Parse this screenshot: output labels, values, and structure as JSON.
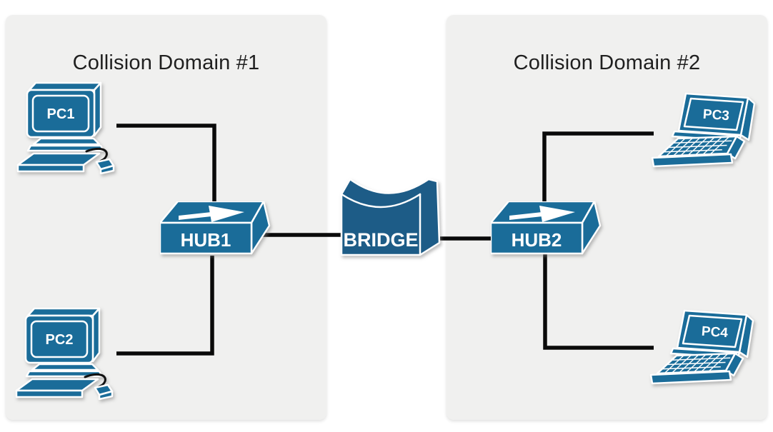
{
  "diagram": {
    "domains": {
      "d1": {
        "title": "Collision Domain #1"
      },
      "d2": {
        "title": "Collision Domain #2"
      }
    },
    "devices": {
      "pc1": {
        "label": "PC1",
        "icon": "desktop-computer-icon",
        "domain": "Collision Domain #1"
      },
      "pc2": {
        "label": "PC2",
        "icon": "desktop-computer-icon",
        "domain": "Collision Domain #1"
      },
      "hub1": {
        "label": "HUB1",
        "icon": "hub-icon",
        "domain": "Collision Domain #1"
      },
      "bridge": {
        "label": "BRIDGE",
        "icon": "bridge-icon",
        "domain": ""
      },
      "hub2": {
        "label": "HUB2",
        "icon": "hub-icon",
        "domain": "Collision Domain #2"
      },
      "pc3": {
        "label": "PC3",
        "icon": "laptop-icon",
        "domain": "Collision Domain #2"
      },
      "pc4": {
        "label": "PC4",
        "icon": "laptop-icon",
        "domain": "Collision Domain #2"
      }
    },
    "connections": [
      {
        "from": "PC1",
        "to": "HUB1"
      },
      {
        "from": "PC2",
        "to": "HUB1"
      },
      {
        "from": "HUB1",
        "to": "BRIDGE"
      },
      {
        "from": "BRIDGE",
        "to": "HUB2"
      },
      {
        "from": "PC3",
        "to": "HUB2"
      },
      {
        "from": "HUB2",
        "to": "PC4"
      }
    ],
    "colors": {
      "device_fill": "#1a6c99",
      "bridge_fill": "#1d5c87",
      "line": "#0a0a0a",
      "panel_bg": "#f0f0ef",
      "title_text": "#1f1f1f",
      "label_text": "#ffffff",
      "cable": "#111111"
    }
  }
}
